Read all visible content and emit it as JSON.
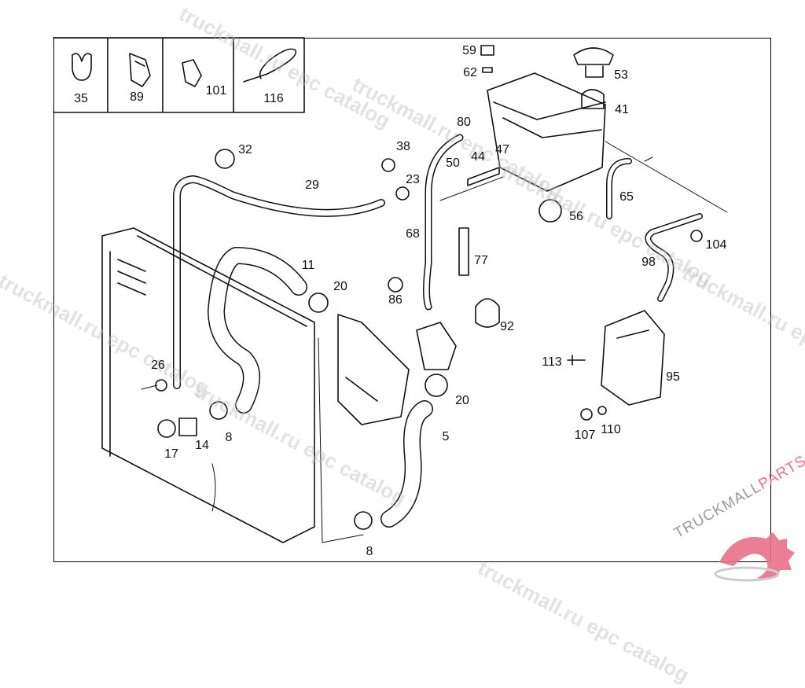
{
  "watermark": "truckmall.ru epc catalog",
  "logo": {
    "brand_part1": "TRUCKMALL",
    "brand_part2": "PARTS",
    "colors": {
      "text": "#999999",
      "accent": "#e8708a"
    }
  },
  "legend_box": [
    {
      "part": "35"
    },
    {
      "part": "89"
    },
    {
      "part": "101"
    },
    {
      "part": "116"
    }
  ],
  "callouts": [
    "59",
    "62",
    "53",
    "41",
    "80",
    "38",
    "44",
    "47",
    "50",
    "23",
    "32",
    "29",
    "65",
    "56",
    "68",
    "77",
    "104",
    "98",
    "11",
    "20",
    "86",
    "92",
    "113",
    "95",
    "26",
    "20",
    "5",
    "17",
    "14",
    "8",
    "107",
    "110",
    "8"
  ]
}
